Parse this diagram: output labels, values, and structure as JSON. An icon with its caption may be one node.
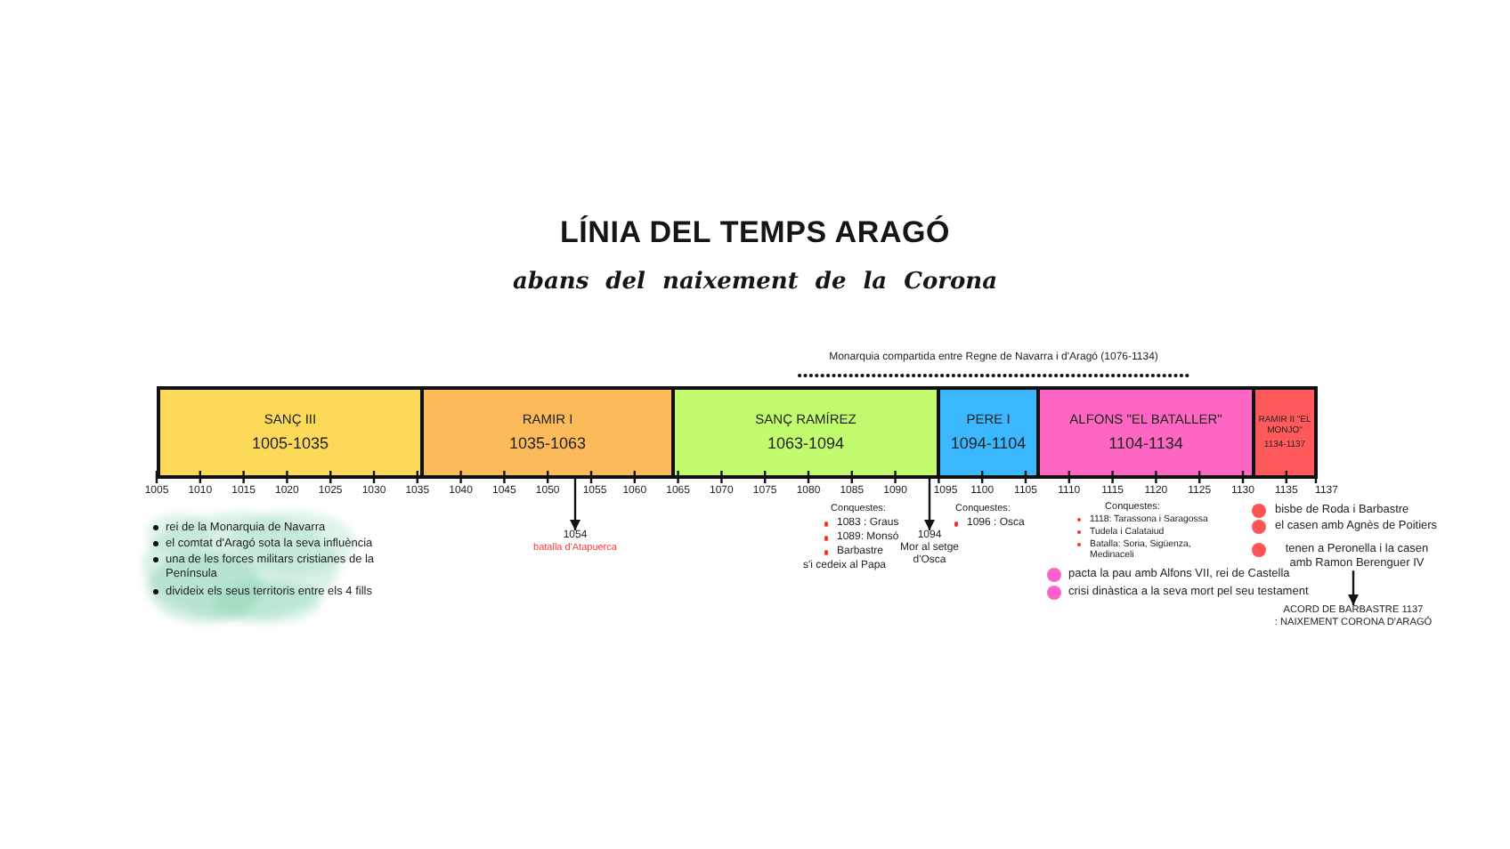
{
  "diagram": {
    "title": "LÍNIA DEL TEMPS ARAGÓ",
    "nodes": [
      {
        "text": [
          "SANÇ III",
          "1005-1035"
        ]
      },
      {
        "text": [
          "RAMIR I",
          "1035-1063"
        ]
      },
      {
        "text": [
          "SANÇ RAMÍREZ",
          "1063-1094"
        ]
      },
      {
        "text": [
          "PERE I",
          "1094-1104"
        ]
      },
      {
        "text": [
          "ALFONS \"EL BATALLER\"",
          "1104-1134"
        ]
      },
      {
        "text": [
          "RAMIR II \"EL MONJO\"",
          "1134-1137"
        ]
      },
      {
        "text": [
          "1054",
          "batalla d'Atapuerca"
        ]
      },
      {
        "text": [
          "1094",
          "Mor al setge d'Osca"
        ]
      },
      {
        "text": [
          "tenen a Peronella i la casen amb Ramon Berenguer IV"
        ]
      },
      {
        "text": [
          "ACORD DE BARBASTRE 1137",
          ": NAIXEMENT CORONA D'ARAGÓ"
        ]
      }
    ],
    "edges": [
      {
        "from": 1,
        "to": 6,
        "arrow": "to"
      },
      {
        "from": 2,
        "to": 7,
        "arrow": "to"
      },
      {
        "from": 8,
        "to": 9,
        "arrow": "to"
      }
    ],
    "labels": [
      "abans del naixement de la Corona",
      "Monarquia compartida entre Regne de Navarra i d'Aragó (1076-1134)",
      "1005",
      "1010",
      "1015",
      "1020",
      "1025",
      "1030",
      "1035",
      "1040",
      "1045",
      "1050",
      "1055",
      "1060",
      "1065",
      "1070",
      "1075",
      "1080",
      "1085",
      "1090",
      "1095",
      "1100",
      "1105",
      "1110",
      "1115",
      "1120",
      "1125",
      "1130",
      "1135",
      "1137",
      "rei de la Monarquia de Navarra",
      "el comtat d'Aragó sota la seva influència",
      "una de les forces militars cristianes de la Península",
      "divideix els seus territoris entre els 4 fills",
      "Conquestes:",
      "1083 : Graus",
      "1089: Monsó",
      "Barbastre",
      "s'i cedeix al Papa",
      "Conquestes:",
      "1096 : Osca",
      "Conquestes:",
      "1118: Tarassona i Saragossa",
      "Tudela i Calataiud",
      "Batalla: Soria, Sigüenza, Medinaceli",
      "pacta la pau amb Alfons VII, rei de Castella",
      "crisi dinàstica a la seva mort pel seu testament",
      "bisbe de Roda i Barbastre",
      "el casen amb Agnès de Poitiers"
    ]
  }
}
